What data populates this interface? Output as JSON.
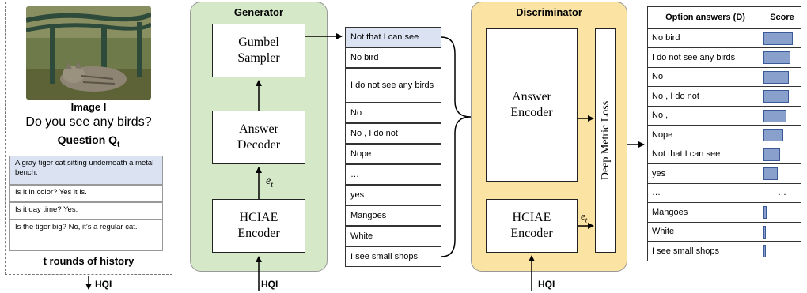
{
  "left": {
    "image_label": "Image I",
    "question": "Do you see any birds?",
    "question_label": "Question Q",
    "question_subscript": "t",
    "history": [
      "A gray tiger cat sitting underneath a metal bench.",
      "Is it in color? Yes it is.",
      "Is it day time? Yes.",
      "Is the tiger big? No, it’s a  regular cat."
    ],
    "history_caption": "t rounds of history",
    "hqi_label": "HQI"
  },
  "generator": {
    "title": "Generator",
    "gumbel": [
      "Gumbel",
      "Sampler"
    ],
    "decoder": [
      "Answer",
      "Decoder"
    ],
    "encoder": [
      "HCIAE",
      "Encoder"
    ],
    "et_var": "e",
    "et_sub": "t",
    "hqi_label": "HQI"
  },
  "candidates": [
    "Not that I can see",
    "No bird",
    "I do not see any birds",
    "No",
    "No , I do not",
    "Nope",
    "…",
    "yes",
    "Mangoes",
    "White",
    "I see small shops"
  ],
  "discriminator": {
    "title": "Discriminator",
    "answer_encoder": [
      "Answer",
      "Encoder"
    ],
    "hciae_encoder": [
      "HCIAE",
      "Encoder"
    ],
    "loss_label": "Deep Metric Loss",
    "et_var": "e",
    "et_sub": "t",
    "hqi_label": "HQI"
  },
  "table": {
    "header_option": "Option answers (D)",
    "header_score": "Score",
    "rows": [
      {
        "label": "No bird",
        "score": 0.92
      },
      {
        "label": "I do not see any birds",
        "score": 0.86
      },
      {
        "label": "No",
        "score": 0.8
      },
      {
        "label": "No , I do not",
        "score": 0.8
      },
      {
        "label": "No ,",
        "score": 0.72
      },
      {
        "label": "Nope",
        "score": 0.62
      },
      {
        "label": "Not that I can see",
        "score": 0.52
      },
      {
        "label": "yes",
        "score": 0.44
      },
      {
        "label": "…",
        "score_text": "…"
      },
      {
        "label": "Mangoes",
        "score": 0.1
      },
      {
        "label": "White",
        "score": 0.08
      },
      {
        "label": "I see small shops",
        "score": 0.06
      }
    ]
  },
  "colors": {
    "generator_bg": "#d5e8c8",
    "discriminator_bg": "#fbe3a4",
    "highlight": "#dbe3f3",
    "bar": "#8aa0cc"
  }
}
